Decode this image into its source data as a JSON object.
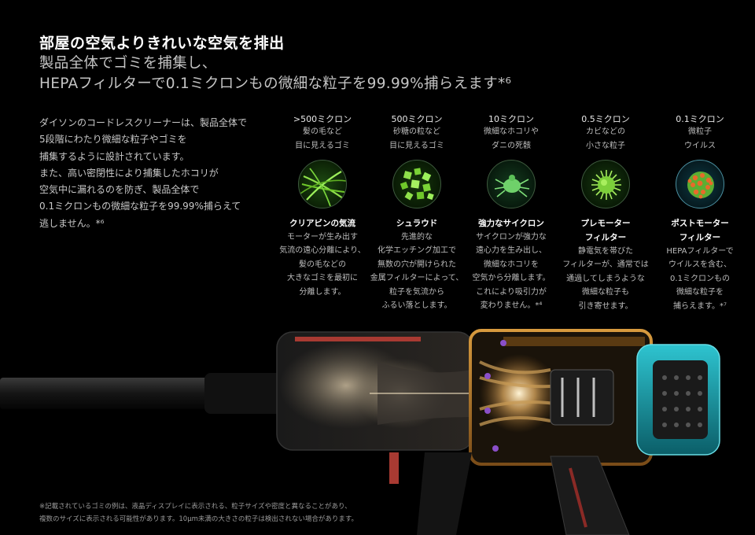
{
  "headline": {
    "line1": "部屋の空気よりきれいな空気を排出",
    "line2": "製品全体でゴミを捕集し、",
    "line3": "HEPAフィルターで0.1ミクロンもの微細な粒子を99.99%捕らえます*⁶"
  },
  "intro": {
    "lines": [
      "ダイソンのコードレスクリーナーは、製品全体で",
      "5段階にわたり微細な粒子やゴミを",
      "捕集するように設計されています。",
      "また、高い密閉性により捕集したホコリが",
      "空気中に漏れるのを防ぎ、製品全体で",
      "0.1ミクロンもの微細な粒子を99.99%捕らえて",
      "逃しません。*⁶"
    ]
  },
  "stages": [
    {
      "size": ">500ミクロン",
      "particle": [
        "髪の毛など",
        "目に見えるゴミ"
      ],
      "icon": "hair-fiber-icon",
      "name": [
        "クリアビンの気流"
      ],
      "desc": [
        "モーターが生み出す",
        "気流の遠心分離により、",
        "髪の毛などの",
        "大きなゴミを最初に",
        "分離します。"
      ]
    },
    {
      "size": "500ミクロン",
      "particle": [
        "砂糖の粒など",
        "目に見えるゴミ"
      ],
      "icon": "sugar-grain-icon",
      "name": [
        "シュラウド"
      ],
      "desc": [
        "先進的な",
        "化学エッチング加工で",
        "無数の穴が開けられた",
        "金属フィルターによって、",
        "粒子を気流から",
        "ふるい落とします。"
      ]
    },
    {
      "size": "10ミクロン",
      "particle": [
        "微細なホコリや",
        "ダニの死骸"
      ],
      "icon": "dust-mite-icon",
      "name": [
        "強力なサイクロン"
      ],
      "desc": [
        "サイクロンが強力な",
        "遠心力を生み出し、",
        "微細なホコリを",
        "空気から分離します。",
        "これにより吸引力が",
        "変わりません。*⁴"
      ]
    },
    {
      "size": "0.5ミクロン",
      "particle": [
        "カビなどの",
        "小さな粒子"
      ],
      "icon": "mold-spore-icon",
      "name": [
        "プレモーター",
        "フィルター"
      ],
      "desc": [
        "静電気を帯びた",
        "フィルターが、通常では",
        "通過してしまうような",
        "微細な粒子も",
        "引き寄せます。"
      ]
    },
    {
      "size": "0.1ミクロン",
      "particle": [
        "微粒子",
        "ウイルス"
      ],
      "icon": "virus-particle-icon",
      "name": [
        "ポストモーター",
        "フィルター"
      ],
      "desc": [
        "HEPAフィルターで",
        "ウイルスを含む、",
        "0.1ミクロンもの",
        "微細な粒子を",
        "捕らえます。*⁷"
      ]
    }
  ],
  "footnote": {
    "lines": [
      "※記載されているゴミの例は、液晶ディスプレイに表示される、粒子サイズや密度と異なることがあり、",
      "複数のサイズに表示される可能性があります。10μm未満の大きさの粒子は検出されない場合があります。"
    ]
  },
  "colors": {
    "background": "#000000",
    "accent_green": "#7ed321",
    "accent_copper": "#c9862a",
    "accent_teal": "#18a7b5",
    "accent_purple": "#8a4fc9"
  }
}
